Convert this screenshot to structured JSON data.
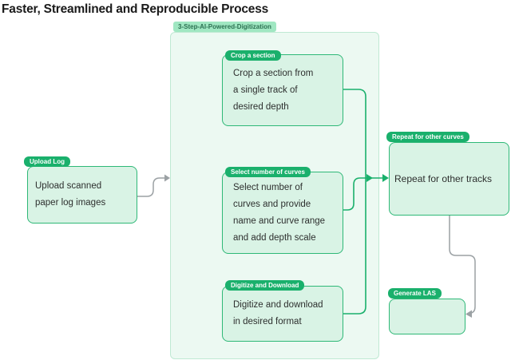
{
  "title": "Faster, Streamlined and Reproducible Process",
  "group": {
    "label": "3-Step-AI-Powered-Digitization"
  },
  "nodes": {
    "upload": {
      "badge": "Upload Log",
      "text": "Upload scanned\npaper log images"
    },
    "crop": {
      "badge": "Crop a section",
      "text": "Crop a section from\na single track of\ndesired depth"
    },
    "select": {
      "badge": "Select number of curves",
      "text": "Select number of\ncurves and provide\nname and curve range\nand add depth scale"
    },
    "digitize": {
      "badge": "Digitize and Download",
      "text": "Digitize and download\nin desired format"
    },
    "repeat": {
      "badge": "Repeat for other curves",
      "text": "Repeat for other tracks"
    },
    "generate": {
      "badge": "Generate LAS",
      "text": ""
    }
  },
  "colors": {
    "accent-green": "#1ab06c",
    "box-border": "#2eb877",
    "box-fill": "#d9f3e5",
    "group-fill": "#ecf9f2",
    "group-border": "#bfe9d3",
    "group-badge-bg": "#a0e7c2",
    "group-badge-text": "#2c7152",
    "text": "#2d2f2e",
    "gray-connector": "#9ba1a4",
    "title-color": "#1a1a1a"
  }
}
